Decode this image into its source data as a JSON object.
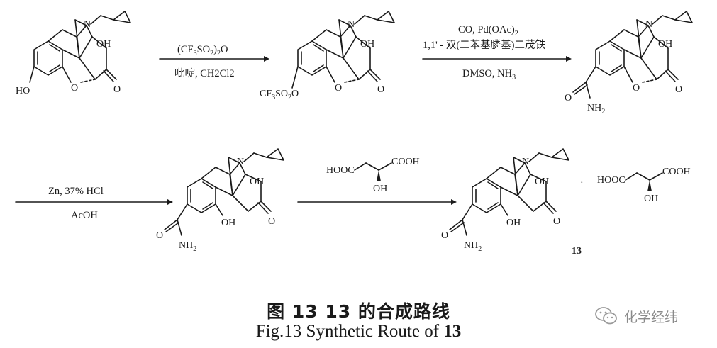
{
  "figure": {
    "caption_cn": "图 13   13 的合成路线",
    "caption_en_prefix": "Fig.13   Synthetic Route of ",
    "caption_en_bold": "13",
    "compound_number": "13",
    "salt_dot": "·"
  },
  "labels": {
    "N": "N",
    "OH": "OH",
    "O": "O",
    "HO": "HO",
    "H2N_main": "NH",
    "sub2": "2",
    "tf_group": "CF3SO2O",
    "malic_left": "HOOC",
    "malic_right": "COOH",
    "malic_oh": "OH"
  },
  "steps": [
    {
      "above": "(CF3SO2)2O",
      "below": "吡啶, CH2Cl2"
    },
    {
      "above_1": "CO, Pd(OAc)2",
      "above_2": "1,1' - 双(二苯基膦基)二茂铁",
      "below": "DMSO, NH3"
    },
    {
      "above": "Zn, 37% HCl",
      "below": "AcOH"
    },
    {
      "reagent": "L-malic acid"
    }
  ],
  "watermark": {
    "text": "化学经纬",
    "icon": "wechat-icon"
  }
}
